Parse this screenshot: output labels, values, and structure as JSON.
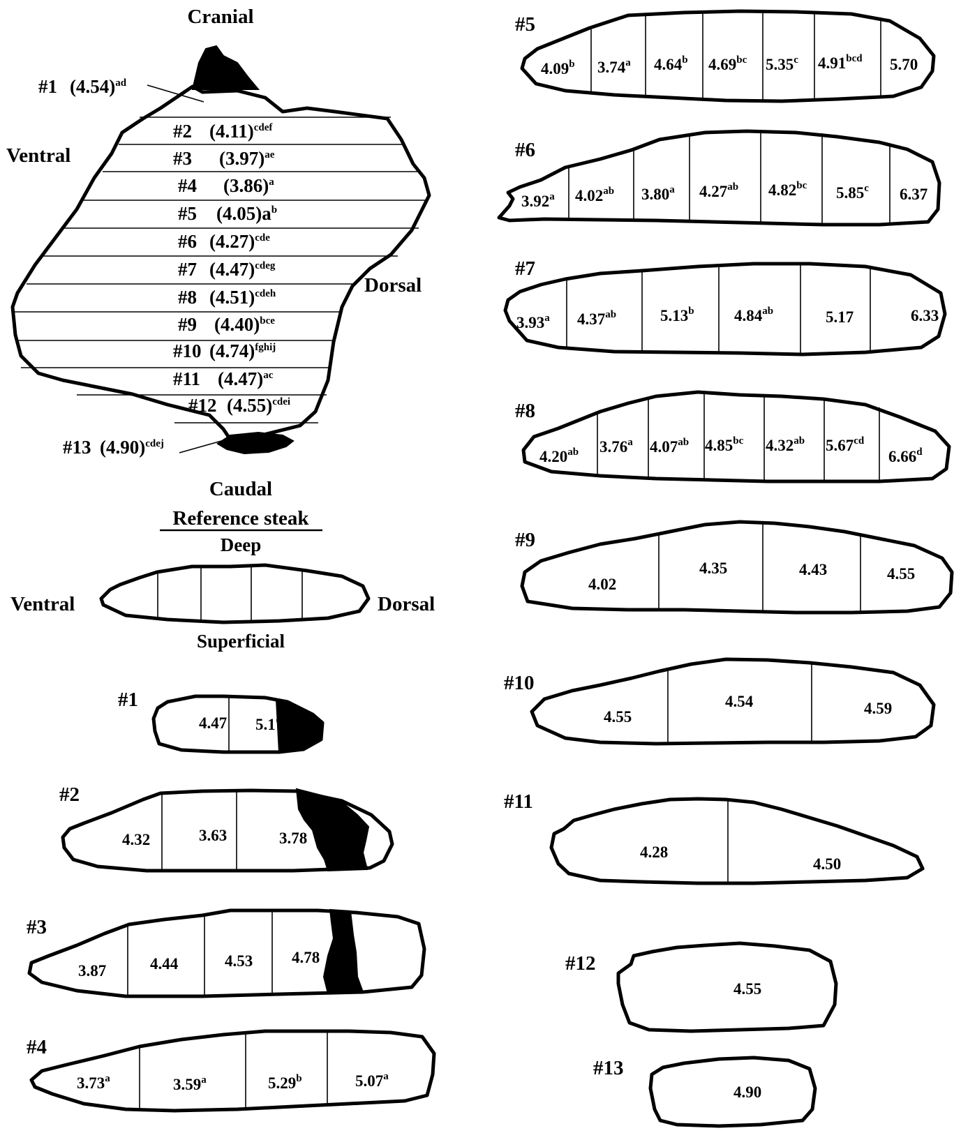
{
  "colors": {
    "ink": "#000000",
    "paper": "#ffffff",
    "tissue": "#000000"
  },
  "main": {
    "cranial": "Cranial",
    "ventral": "Ventral",
    "dorsal": "Dorsal",
    "caudal": "Caudal",
    "slices": [
      {
        "num": "#1",
        "val": "(4.54)",
        "sup": "ad"
      },
      {
        "num": "#2",
        "val": "(4.11)",
        "sup": "cdef"
      },
      {
        "num": "#3",
        "val": "(3.97)",
        "sup": "ae"
      },
      {
        "num": "#4",
        "val": "(3.86)",
        "sup": "a"
      },
      {
        "num": "#5",
        "val": "(4.05)a",
        "sup": "b"
      },
      {
        "num": "#6",
        "val": "(4.27)",
        "sup": "cde"
      },
      {
        "num": "#7",
        "val": "(4.47)",
        "sup": "cdeg"
      },
      {
        "num": "#8",
        "val": "(4.51)",
        "sup": "cdeh"
      },
      {
        "num": "#9",
        "val": "(4.40)",
        "sup": "bce"
      },
      {
        "num": "#10",
        "val": "(4.74)",
        "sup": "fghij"
      },
      {
        "num": "#11",
        "val": "(4.47)",
        "sup": "ac"
      },
      {
        "num": "#12",
        "val": "(4.55)",
        "sup": "cdei"
      },
      {
        "num": "#13",
        "val": "(4.90)",
        "sup": "cdej"
      }
    ]
  },
  "reference": {
    "title": "Reference steak",
    "deep": "Deep",
    "superficial": "Superficial",
    "ventral": "Ventral",
    "dorsal": "Dorsal"
  },
  "steaks": [
    {
      "id": "#1",
      "cells": [
        {
          "v": "4.47",
          "s": ""
        },
        {
          "v": "5.17",
          "s": ""
        }
      ]
    },
    {
      "id": "#2",
      "cells": [
        {
          "v": "4.32",
          "s": ""
        },
        {
          "v": "3.63",
          "s": ""
        },
        {
          "v": "3.78",
          "s": ""
        }
      ]
    },
    {
      "id": "#3",
      "cells": [
        {
          "v": "3.87",
          "s": ""
        },
        {
          "v": "4.44",
          "s": ""
        },
        {
          "v": "4.53",
          "s": ""
        },
        {
          "v": "4.78",
          "s": ""
        }
      ]
    },
    {
      "id": "#4",
      "cells": [
        {
          "v": "3.73",
          "s": "a"
        },
        {
          "v": "3.59",
          "s": "a"
        },
        {
          "v": "5.29",
          "s": "b"
        },
        {
          "v": "5.07",
          "s": "a"
        }
      ]
    },
    {
      "id": "#5",
      "cells": [
        {
          "v": "4.09",
          "s": "b"
        },
        {
          "v": "3.74",
          "s": "a"
        },
        {
          "v": "4.64",
          "s": "b"
        },
        {
          "v": "4.69",
          "s": "bc"
        },
        {
          "v": "5.35",
          "s": "c"
        },
        {
          "v": "4.91",
          "s": "bcd"
        },
        {
          "v": "5.70",
          "s": ""
        }
      ]
    },
    {
      "id": "#6",
      "cells": [
        {
          "v": "3.92",
          "s": "a"
        },
        {
          "v": "4.02",
          "s": "ab"
        },
        {
          "v": "3.80",
          "s": "a"
        },
        {
          "v": "4.27",
          "s": "ab"
        },
        {
          "v": "4.82",
          "s": "bc"
        },
        {
          "v": "5.85",
          "s": "c"
        },
        {
          "v": "6.37",
          "s": ""
        }
      ]
    },
    {
      "id": "#7",
      "cells": [
        {
          "v": "3.93",
          "s": "a"
        },
        {
          "v": "4.37",
          "s": "ab"
        },
        {
          "v": "5.13",
          "s": "b"
        },
        {
          "v": "4.84",
          "s": "ab"
        },
        {
          "v": "5.17",
          "s": ""
        },
        {
          "v": "6.33",
          "s": ""
        }
      ]
    },
    {
      "id": "#8",
      "cells": [
        {
          "v": "4.20",
          "s": "ab"
        },
        {
          "v": "3.76",
          "s": "a"
        },
        {
          "v": "4.07",
          "s": "ab"
        },
        {
          "v": "4.85",
          "s": "bc"
        },
        {
          "v": "4.32",
          "s": "ab"
        },
        {
          "v": "5.67",
          "s": "cd"
        },
        {
          "v": "6.66",
          "s": "d"
        }
      ]
    },
    {
      "id": "#9",
      "cells": [
        {
          "v": "4.02",
          "s": ""
        },
        {
          "v": "4.35",
          "s": ""
        },
        {
          "v": "4.43",
          "s": ""
        },
        {
          "v": "4.55",
          "s": ""
        }
      ]
    },
    {
      "id": "#10",
      "cells": [
        {
          "v": "4.55",
          "s": ""
        },
        {
          "v": "4.54",
          "s": ""
        },
        {
          "v": "4.59",
          "s": ""
        }
      ]
    },
    {
      "id": "#11",
      "cells": [
        {
          "v": "4.28",
          "s": ""
        },
        {
          "v": "4.50",
          "s": ""
        }
      ]
    },
    {
      "id": "#12",
      "cells": [
        {
          "v": "4.55",
          "s": ""
        }
      ]
    },
    {
      "id": "#13",
      "cells": [
        {
          "v": "4.90",
          "s": ""
        }
      ]
    }
  ]
}
